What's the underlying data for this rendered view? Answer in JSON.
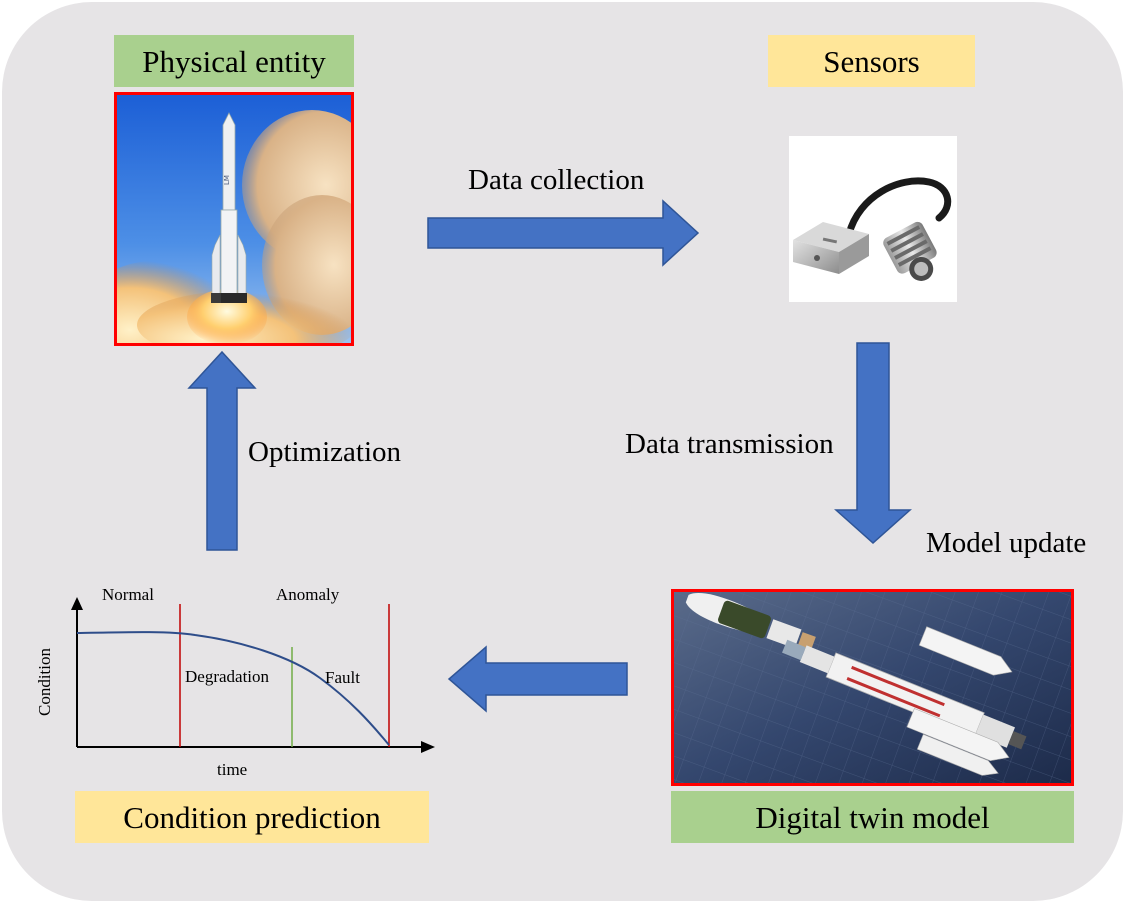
{
  "labels": {
    "physical_entity": "Physical entity",
    "sensors": "Sensors",
    "condition_prediction": "Condition prediction",
    "digital_twin_model": "Digital twin model"
  },
  "edges": {
    "data_collection": "Data collection",
    "data_transmission": "Data transmission",
    "model_update": "Model update",
    "optimization": "Optimization"
  },
  "graph": {
    "axis_y": "Condition",
    "axis_x": "time",
    "normal": "Normal",
    "anomaly": "Anomaly",
    "degradation": "Degradation",
    "fault": "Fault"
  },
  "colors": {
    "panel": "#e6e4e6",
    "arrow_fill": "#4472c4",
    "arrow_stroke": "#2f5597",
    "green_box": "#a9d08e",
    "yellow_box": "#ffe699",
    "frame_red": "#ff0000",
    "curve_blue": "#2e4d8a",
    "stage_red": "#c00000",
    "stage_green": "#70ad47"
  }
}
